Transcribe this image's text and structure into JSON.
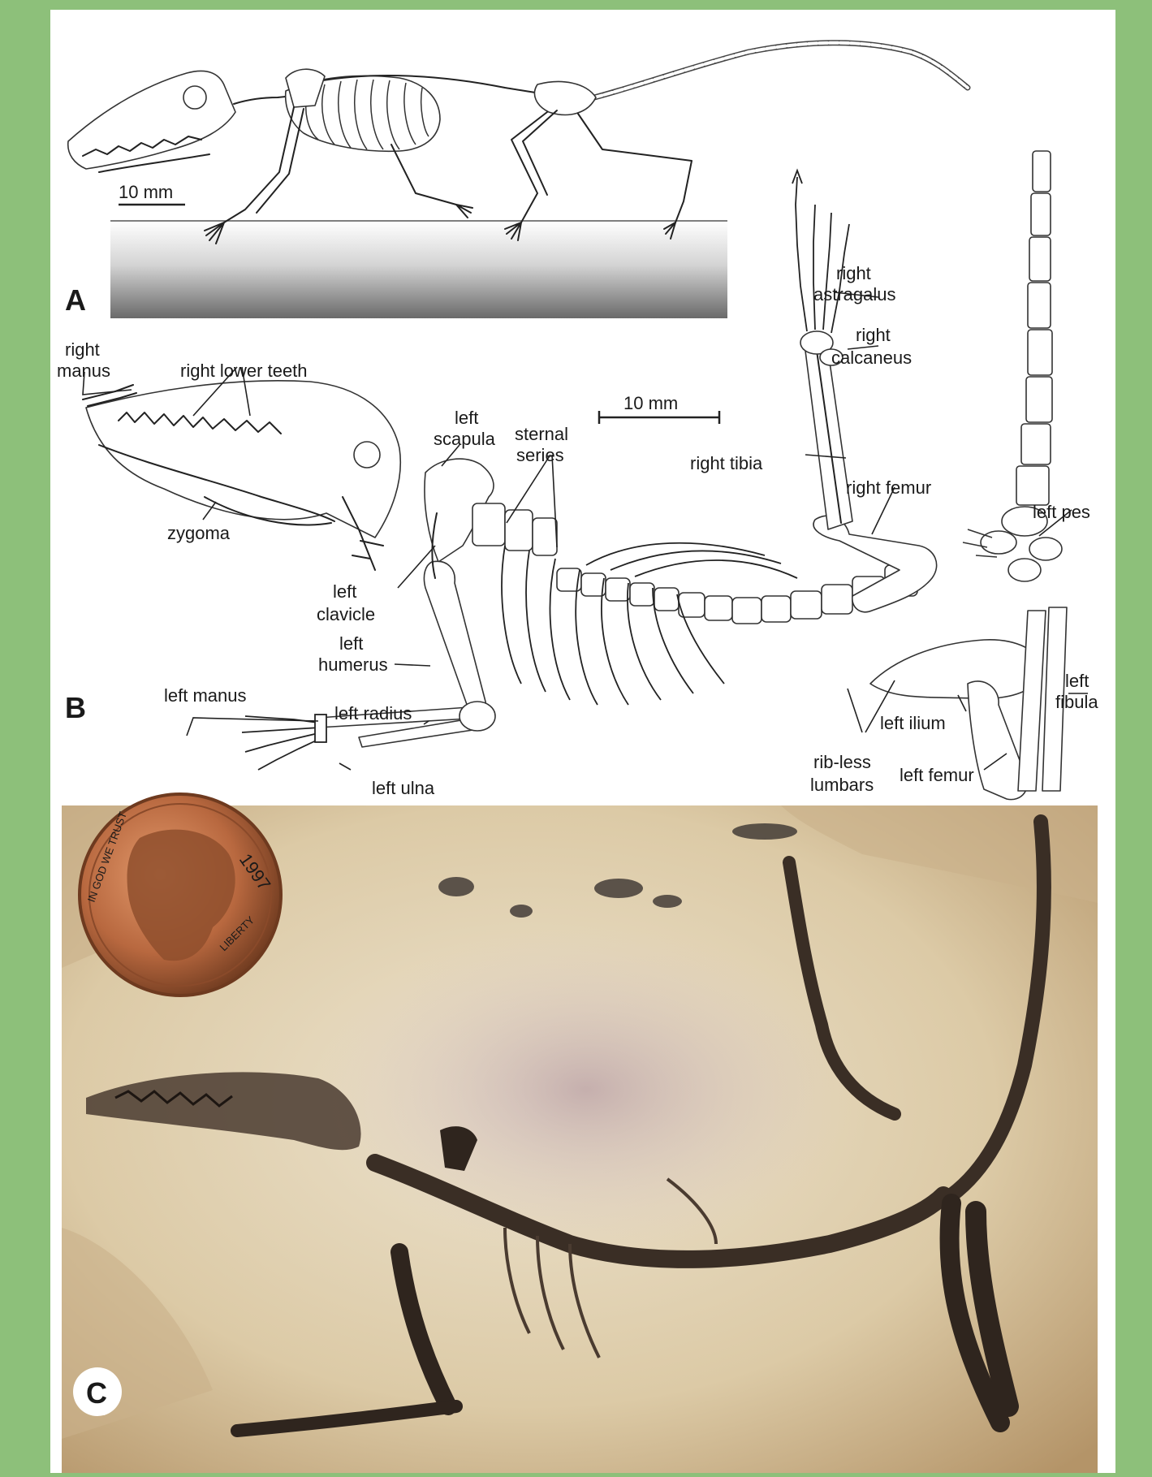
{
  "panels": {
    "a": {
      "letter": "A",
      "scale_bar": "10 mm"
    },
    "b": {
      "letter": "B",
      "scale_bar": "10 mm",
      "labels": {
        "right_manus": [
          "right",
          "manus"
        ],
        "right_lower_teeth": "right lower teeth",
        "zygoma": "zygoma",
        "left_scapula": [
          "left",
          "scapula"
        ],
        "sternal_series": [
          "sternal",
          "series"
        ],
        "left_clavicle": [
          "left",
          "clavicle"
        ],
        "left_humerus": [
          "left",
          "humerus"
        ],
        "left_manus": "left manus",
        "left_radius": "left radius",
        "left_ulna": "left ulna",
        "right_astragalus": [
          "right",
          "astragalus"
        ],
        "right_calcaneus": [
          "right",
          "calcaneus"
        ],
        "right_tibia": "right tibia",
        "right_femur": "right femur",
        "left_pes": "left pes",
        "left_fibula": [
          "left",
          "fibula"
        ],
        "left_ilium": "left ilium",
        "left_femur": "left femur",
        "rib_less_lumbars": [
          "rib-less",
          "lumbars"
        ]
      }
    },
    "c": {
      "letter": "C",
      "coin_text": {
        "date": "1997",
        "motto": "IN GOD WE TRUST",
        "liberty": "LIBERTY"
      }
    }
  },
  "colors": {
    "border": "#8dc07a",
    "background": "#ffffff",
    "ink": "#1a1a1a",
    "rock_light": "#e3d5b8",
    "rock_dark": "#b89a6e",
    "fossil": "#3a2e25",
    "coin": "#b8683f"
  }
}
